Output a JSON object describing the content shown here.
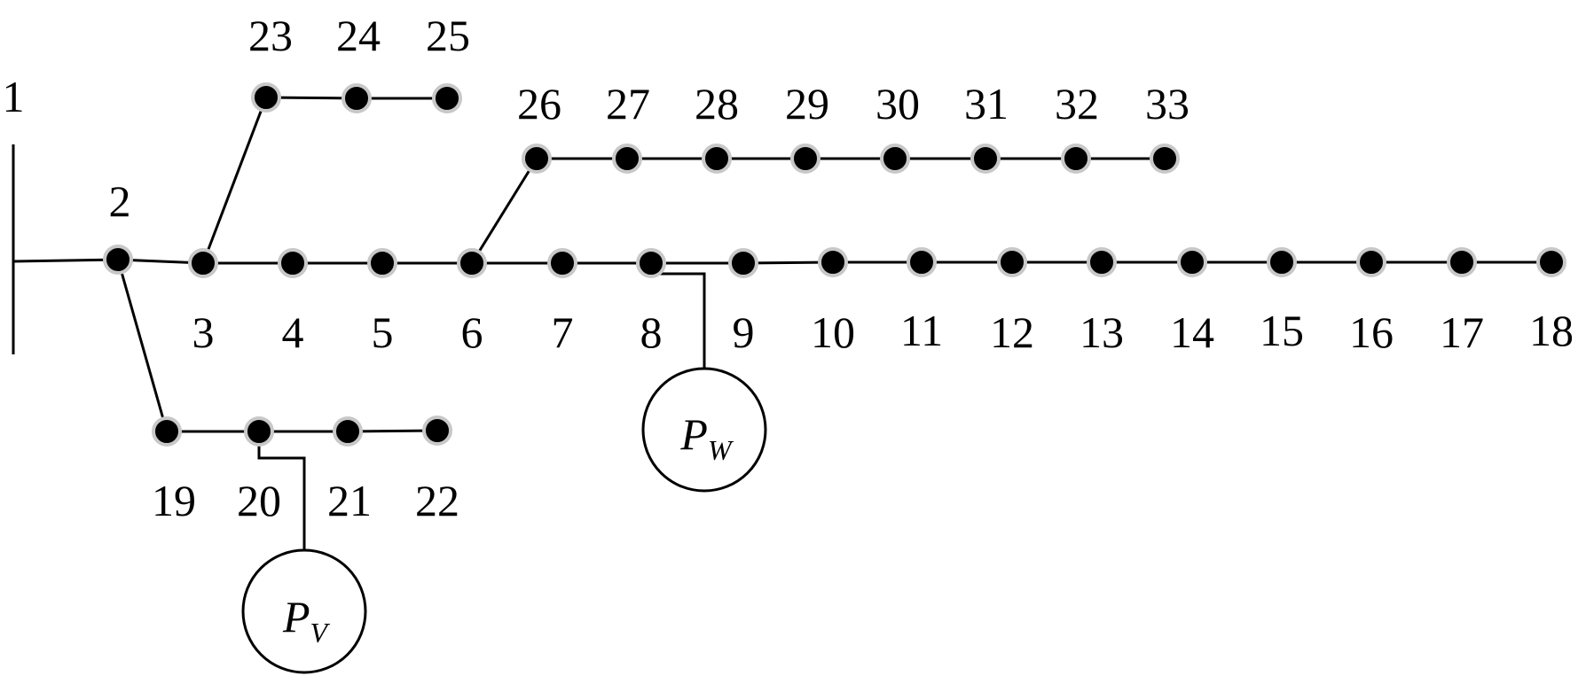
{
  "source_bus": {
    "label": "1"
  },
  "buses": [
    {
      "id": "2"
    },
    {
      "id": "3"
    },
    {
      "id": "4"
    },
    {
      "id": "5"
    },
    {
      "id": "6"
    },
    {
      "id": "7"
    },
    {
      "id": "8"
    },
    {
      "id": "9"
    },
    {
      "id": "10"
    },
    {
      "id": "11"
    },
    {
      "id": "12"
    },
    {
      "id": "13"
    },
    {
      "id": "14"
    },
    {
      "id": "15"
    },
    {
      "id": "16"
    },
    {
      "id": "17"
    },
    {
      "id": "18"
    },
    {
      "id": "19"
    },
    {
      "id": "20"
    },
    {
      "id": "21"
    },
    {
      "id": "22"
    },
    {
      "id": "23"
    },
    {
      "id": "24"
    },
    {
      "id": "25"
    },
    {
      "id": "26"
    },
    {
      "id": "27"
    },
    {
      "id": "28"
    },
    {
      "id": "29"
    },
    {
      "id": "30"
    },
    {
      "id": "31"
    },
    {
      "id": "32"
    },
    {
      "id": "33"
    }
  ],
  "branches": [
    [
      "1",
      "2"
    ],
    [
      "2",
      "3"
    ],
    [
      "3",
      "4"
    ],
    [
      "4",
      "5"
    ],
    [
      "5",
      "6"
    ],
    [
      "6",
      "7"
    ],
    [
      "7",
      "8"
    ],
    [
      "8",
      "9"
    ],
    [
      "9",
      "10"
    ],
    [
      "10",
      "11"
    ],
    [
      "11",
      "12"
    ],
    [
      "12",
      "13"
    ],
    [
      "13",
      "14"
    ],
    [
      "14",
      "15"
    ],
    [
      "15",
      "16"
    ],
    [
      "16",
      "17"
    ],
    [
      "17",
      "18"
    ],
    [
      "2",
      "19"
    ],
    [
      "19",
      "20"
    ],
    [
      "20",
      "21"
    ],
    [
      "21",
      "22"
    ],
    [
      "3",
      "23"
    ],
    [
      "23",
      "24"
    ],
    [
      "24",
      "25"
    ],
    [
      "6",
      "26"
    ],
    [
      "26",
      "27"
    ],
    [
      "27",
      "28"
    ],
    [
      "28",
      "29"
    ],
    [
      "29",
      "30"
    ],
    [
      "30",
      "31"
    ],
    [
      "31",
      "32"
    ],
    [
      "32",
      "33"
    ]
  ],
  "generators": [
    {
      "bus": "8",
      "symbol": "P",
      "subscript": "W"
    },
    {
      "bus": "20",
      "symbol": "P",
      "subscript": "V"
    }
  ]
}
